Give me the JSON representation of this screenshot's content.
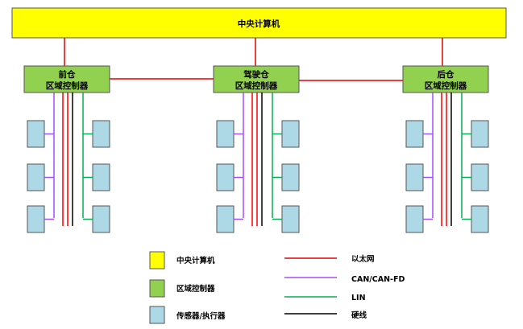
{
  "central": {
    "label": "中央计算机"
  },
  "zones": [
    {
      "id": "front",
      "line1": "前仓",
      "line2": "区域控制器"
    },
    {
      "id": "cockpit",
      "line1": "驾驶仓",
      "line2": "区域控制器"
    },
    {
      "id": "rear",
      "line1": "后仓",
      "line2": "区域控制器"
    }
  ],
  "legend": {
    "boxes": [
      {
        "label": "中央计算机",
        "color": "#ffff00"
      },
      {
        "label": "区域控制器",
        "color": "#92d050"
      },
      {
        "label": "传感器/执行器",
        "color": "#add8e6"
      }
    ],
    "lines": [
      {
        "label": "以太网",
        "color": "#ff0000"
      },
      {
        "label": "CAN/CAN-FD",
        "color": "#a64dff"
      },
      {
        "label": "LIN",
        "color": "#00b050"
      },
      {
        "label": "硬线",
        "color": "#000000"
      }
    ]
  }
}
